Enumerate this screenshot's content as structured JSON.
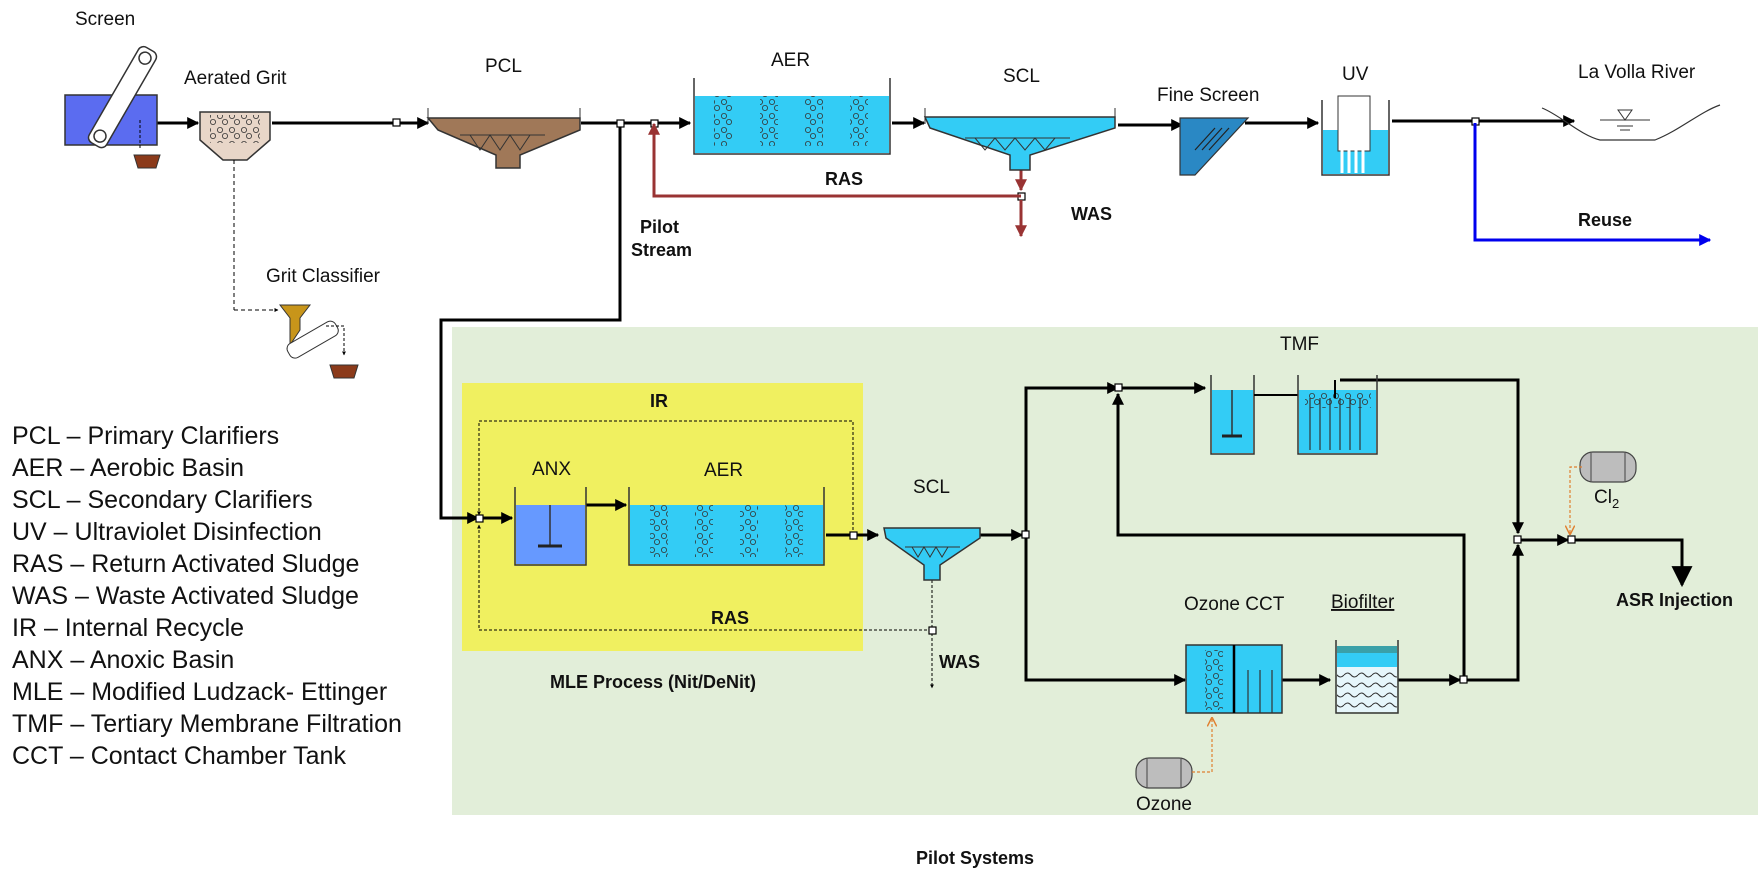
{
  "top_labels": {
    "screen": "Screen",
    "aerated_grit": "Aerated Grit",
    "pcl": "PCL",
    "aer": "AER",
    "scl": "SCL",
    "fine_screen": "Fine Screen",
    "uv": "UV",
    "river": "La Volla River",
    "grit_classifier": "Grit Classifier",
    "ras": "RAS",
    "was": "WAS",
    "pilot_stream_1": "Pilot",
    "pilot_stream_2": "Stream",
    "reuse": "Reuse"
  },
  "pilot_labels": {
    "ir": "IR",
    "anx": "ANX",
    "aer": "AER",
    "scl": "SCL",
    "ras": "RAS",
    "was": "WAS",
    "mle": "MLE Process (Nit/DeNit)",
    "tmf": "TMF",
    "ozone_cct": "Ozone CCT",
    "biofilter": "Biofilter",
    "cl2_main": "Cl",
    "cl2_sub": "2",
    "ozone": "Ozone",
    "asr": "ASR Injection",
    "footer": "Pilot Systems"
  },
  "legend": [
    "PCL – Primary Clarifiers",
    "AER – Aerobic Basin",
    "SCL – Secondary Clarifiers",
    "UV – Ultraviolet Disinfection",
    "RAS – Return Activated Sludge",
    "WAS – Waste Activated Sludge",
    "IR – Internal Recycle",
    "ANX – Anoxic Basin",
    "MLE – Modified Ludzack- Ettinger",
    "TMF – Tertiary Membrane Filtration",
    "CCT – Contact Chamber Tank"
  ],
  "colors": {
    "pilot_background": "#e2eed9",
    "mle_highlight": "#f0f060",
    "water": "#33ccf5",
    "anoxic_water": "#6699ff",
    "sludge_line": "#993333",
    "reuse_line": "#0000ee",
    "ozone_line": "#e08030"
  }
}
